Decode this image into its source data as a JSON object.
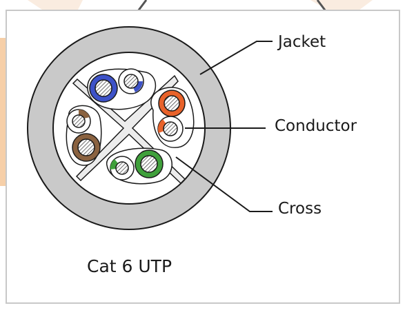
{
  "labels": {
    "jacket": "Jacket",
    "conductor": "Conductor",
    "cross": "Cross"
  },
  "caption": "Cat 6 UTP",
  "colors": {
    "background": "#ffffff",
    "panel_border": "#c8c8c8",
    "peach_watermark": "#f6cfa8",
    "jacket": "#c9c9c9",
    "outline": "#1a1a1a",
    "pair_blue": "#3d52c8",
    "pair_orange": "#e8622a",
    "pair_brown": "#8a6240",
    "pair_green": "#3fa03b"
  }
}
